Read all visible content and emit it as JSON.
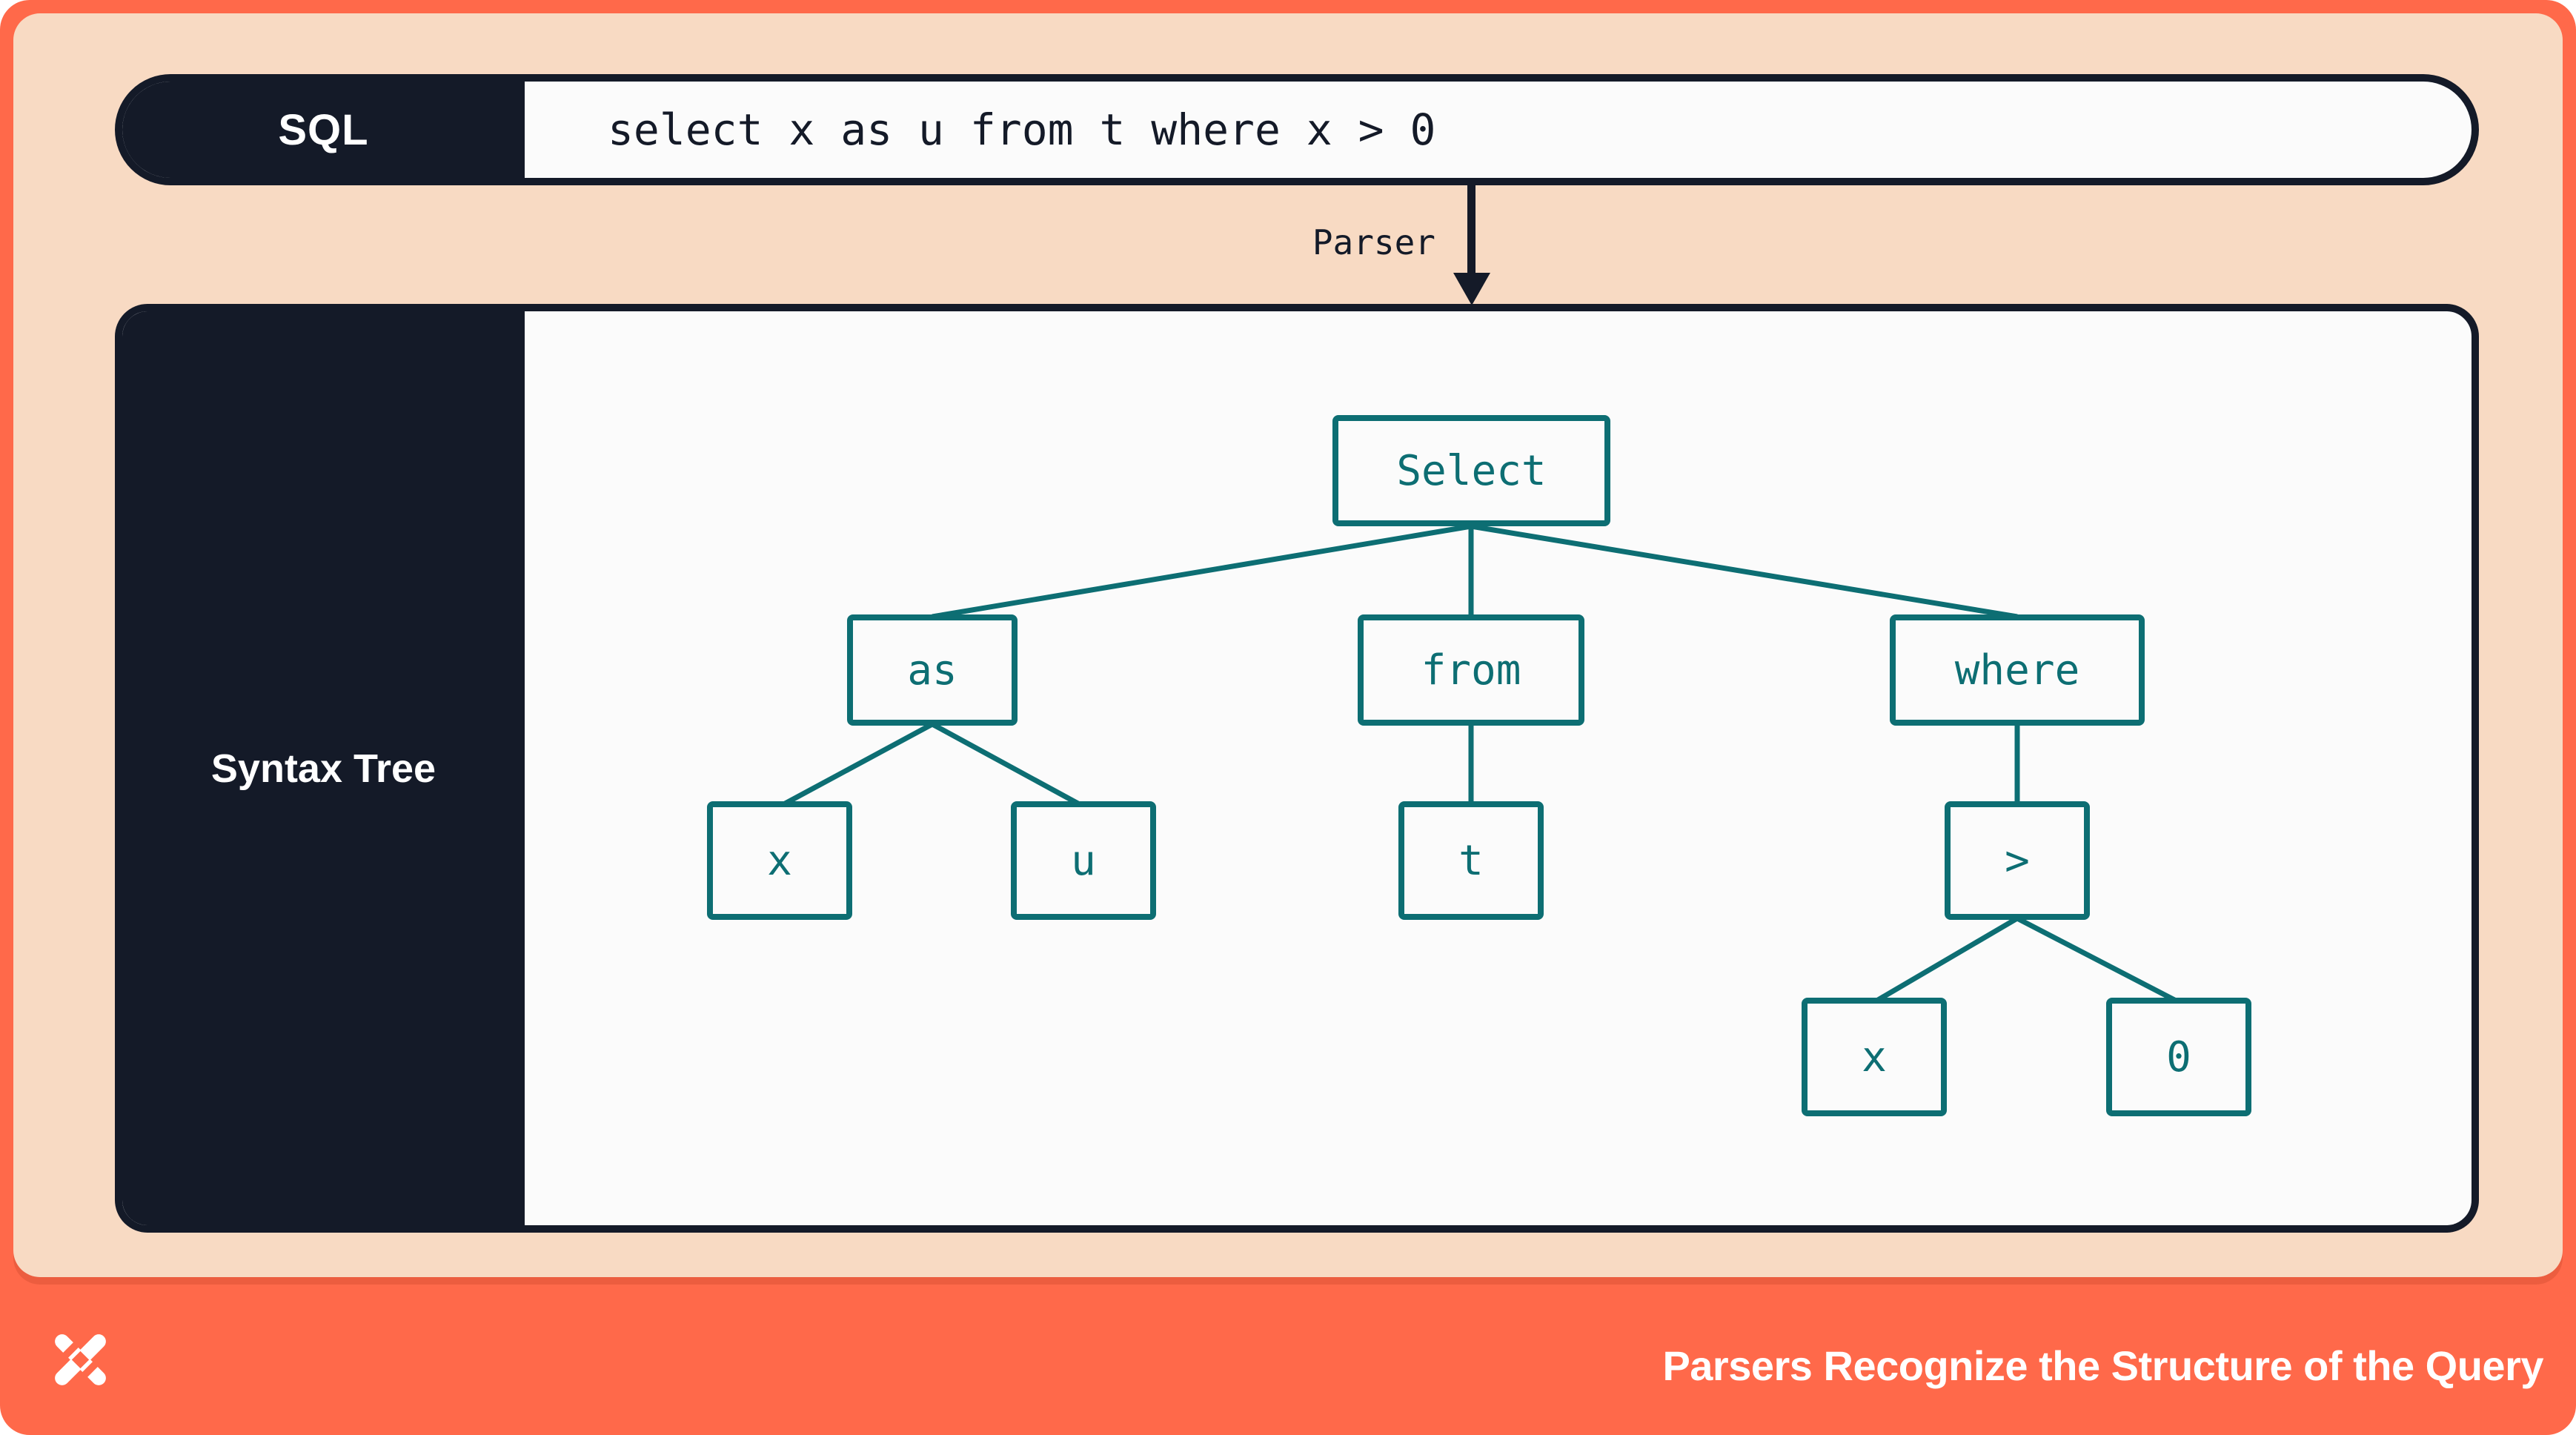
{
  "sql_bar": {
    "label": "SQL",
    "query": "select x as u from t where x > 0"
  },
  "parser": {
    "label": "Parser",
    "arrow_icon": "arrow-down"
  },
  "syntax_tree": {
    "panel_label": "Syntax Tree",
    "nodes": [
      {
        "label": "Select"
      },
      {
        "label": "as"
      },
      {
        "label": "from"
      },
      {
        "label": "where"
      },
      {
        "label": "x"
      },
      {
        "label": "u"
      },
      {
        "label": "t"
      },
      {
        "label": ">"
      },
      {
        "label": "x"
      },
      {
        "label": "0"
      }
    ],
    "edges": [
      [
        "Select",
        "as"
      ],
      [
        "Select",
        "from"
      ],
      [
        "Select",
        "where"
      ],
      [
        "as",
        "x"
      ],
      [
        "as",
        "u"
      ],
      [
        "from",
        "t"
      ],
      [
        "where",
        ">"
      ],
      [
        ">",
        "x"
      ],
      [
        ">",
        "0"
      ]
    ]
  },
  "footer": {
    "logo_icon": "dbt-pinwheel-logo",
    "title": "Parsers Recognize the Structure of the Query"
  },
  "colors": {
    "coral": "#ff694a",
    "peach": "#f8dac3",
    "navy": "#141a28",
    "teal": "#0d6e73",
    "card": "#fbfbfb"
  }
}
